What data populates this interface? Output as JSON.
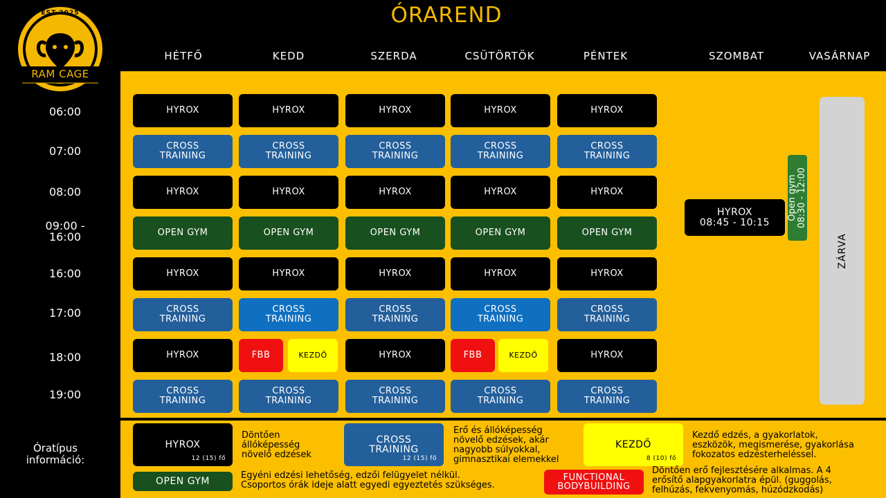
{
  "title": "ÓRAREND",
  "logo": {
    "est": "EST 2025",
    "name": "RAM CAGE"
  },
  "days": [
    "HÉTFŐ",
    "KEDD",
    "SZERDA",
    "CSÜTÖRTÖK",
    "PÉNTEK",
    "SZOMBAT",
    "VASÁRNAP"
  ],
  "times": [
    "06:00",
    "07:00",
    "08:00",
    "09:00 -",
    "16:00",
    "16:00",
    "17:00",
    "18:00",
    "19:00"
  ],
  "classes": {
    "hyrox": "HYROX",
    "cross_1": "CROSS",
    "cross_2": "TRAINING",
    "open_gym": "OPEN GYM",
    "fbb": "FBB",
    "kezdo": "KEZDŐ"
  },
  "saturday": {
    "hyrox_name": "HYROX",
    "hyrox_time": "08:45 - 10:15",
    "open_gym_label": "Open gym",
    "open_gym_time": "08:30 - 12:00"
  },
  "sunday": {
    "closed_label": "ZÁRVA"
  },
  "info": {
    "label_1": "Óratípus",
    "label_2": "információ:",
    "hyrox_name": "HYROX",
    "hyrox_cap": "12 (15) fő",
    "hyrox_desc": [
      "Döntően",
      "állóképesség",
      "növelő edzések"
    ],
    "cross_name_1": "CROSS",
    "cross_name_2": "TRAINING",
    "cross_cap": "12 (15) fő",
    "cross_desc": [
      "Erő és állóképesség",
      "növelő edzések, akár",
      "nagyobb súlyokkal,",
      "gimnasztikai elemekkel"
    ],
    "kezdo_name": "KEZDŐ",
    "kezdo_cap": "8 (10) fő",
    "kezdo_desc": [
      "Kezdő edzés, a gyakorlatok,",
      "eszközök, megismerése, gyakorlása",
      "fokozatos edzésterheléssel."
    ],
    "open_name": "OPEN GYM",
    "open_desc": [
      "Egyéni edzési lehetőség, edzői felügyelet nélkül.",
      "Csoportos órák ideje alatt egyedi egyeztetés szükséges."
    ],
    "fbb_name_1": "FUNCTIONAL",
    "fbb_name_2": "BODYBUILDING",
    "fbb_desc": [
      "Döntően erő fejlesztésére alkalmas. A 4",
      "erősítő alapgyakorlatra épül. (guggolás,",
      "felhúzás, fekvenyomás, húzódzkodás)"
    ]
  },
  "colors": {
    "accent": "#fbbf00",
    "title": "#f5b800",
    "hyrox": "#000000",
    "cross": "#235f9b",
    "open_gym": "#19501f",
    "fbb": "#f01010",
    "kezdo": "#ffff00",
    "closed": "#d3d3d3"
  }
}
